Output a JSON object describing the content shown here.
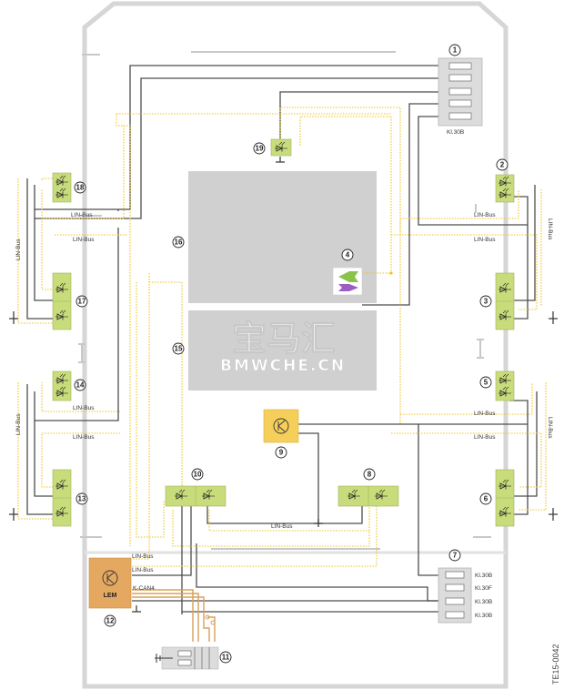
{
  "diagram": {
    "watermark": {
      "characters": "宝马汇",
      "url": "BMWCHE.CN"
    },
    "image_code": "TE15-0042",
    "labels": {
      "lin_bus": "LIN-Bus",
      "k_can": "K-CAN4",
      "kl30b": "Kl.30B",
      "kl30f": "Kl.30F",
      "lem": "LEM"
    },
    "components": [
      {
        "number": "1"
      },
      {
        "number": "2"
      },
      {
        "number": "3"
      },
      {
        "number": "4"
      },
      {
        "number": "5"
      },
      {
        "number": "6"
      },
      {
        "number": "7"
      },
      {
        "number": "8"
      },
      {
        "number": "9"
      },
      {
        "number": "10"
      },
      {
        "number": "11"
      },
      {
        "number": "12"
      },
      {
        "number": "13"
      },
      {
        "number": "14"
      },
      {
        "number": "15"
      },
      {
        "number": "16"
      },
      {
        "number": "17"
      },
      {
        "number": "18"
      },
      {
        "number": "19"
      }
    ],
    "colors": {
      "power_wire": "#4d4d4d",
      "lin_bus_wire": "#f2c21a",
      "k_can_wire": "#d9a05a",
      "led_module": "#c9dc7b",
      "lem_box": "#e5a860",
      "module_9": "#f5cf5a",
      "zone_gray": "#d0d0d0",
      "fuse_box": "#dcdcdc",
      "body_outline": "#d6d6d6"
    }
  }
}
